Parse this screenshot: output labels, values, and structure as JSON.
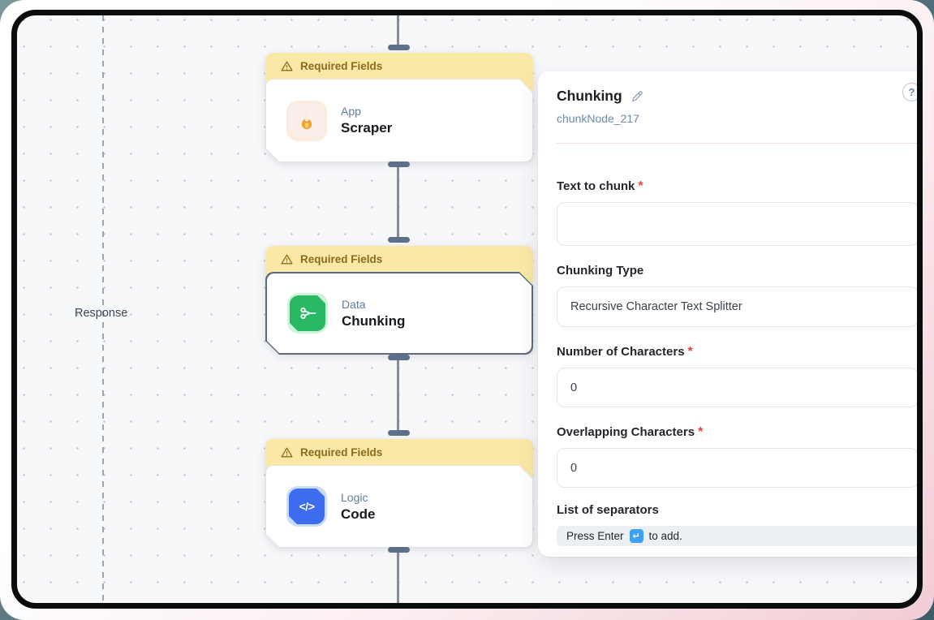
{
  "canvas": {
    "response_label": "Response",
    "nodes": [
      {
        "banner": "Required Fields",
        "category": "App",
        "title": "Scraper",
        "icon": "flame-icon",
        "selected": false
      },
      {
        "banner": "Required Fields",
        "category": "Data",
        "title": "Chunking",
        "icon": "scissors-icon",
        "selected": true
      },
      {
        "banner": "Required Fields",
        "category": "Logic",
        "title": "Code",
        "icon": "code-icon",
        "selected": false
      }
    ],
    "code_icon_glyph": "</>"
  },
  "panel": {
    "title": "Chunking",
    "node_id": "chunkNode_217",
    "help_label": "?",
    "fields": [
      {
        "label": "Text to chunk",
        "required": "*",
        "value": ""
      },
      {
        "label": "Chunking Type",
        "value": "Recursive Character Text Splitter"
      },
      {
        "label": "Number of Characters",
        "required": "*",
        "value": "0"
      },
      {
        "label": "Overlapping Characters",
        "required": "*",
        "value": "0"
      },
      {
        "label": "List of separators",
        "hint_prefix": "Press Enter",
        "hint_suffix": "to add.",
        "enter_key_glyph": "↵"
      }
    ]
  },
  "colors": {
    "banner_yellow": "#fae9a6",
    "banner_text": "#8a6a1c",
    "selected_border": "#5b6b82",
    "accent_green": "#29b964",
    "accent_blue": "#3e6cee",
    "accent_orange": "#f59e37",
    "link_blue": "#6b8cab",
    "required_red": "#e8453c",
    "enter_key_blue": "#3ea2f4"
  }
}
